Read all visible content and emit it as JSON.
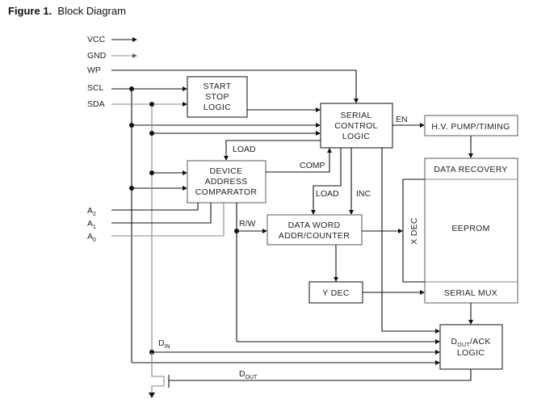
{
  "figure": {
    "number_label": "Figure 1.",
    "title": "Block Diagram"
  },
  "pins": {
    "vcc": "VCC",
    "gnd": "GND",
    "wp": "WP",
    "scl": "SCL",
    "sda": "SDA",
    "a2": "A",
    "a2_sub": "2",
    "a1": "A",
    "a1_sub": "1",
    "a0": "A",
    "a0_sub": "0"
  },
  "blocks": {
    "start_stop": [
      "START",
      "STOP",
      "LOGIC"
    ],
    "serial_control": [
      "SERIAL",
      "CONTROL",
      "LOGIC"
    ],
    "hv_pump": "H.V.  PUMP/TIMING",
    "device_address": [
      "DEVICE",
      "ADDRESS",
      "COMPARATOR"
    ],
    "data_recovery": "DATA  RECOVERY",
    "eeprom": "EEPROM",
    "x_dec": "X  DEC",
    "data_word": [
      "DATA  WORD",
      "ADDR/COUNTER"
    ],
    "y_dec": "Y  DEC",
    "serial_mux": "SERIAL  MUX",
    "dout_ack": {
      "prefix": "D",
      "sub": "OUT",
      "suffix": "/ACK",
      "line2": "LOGIC"
    }
  },
  "signals": {
    "en": "EN",
    "load_top": "LOAD",
    "comp": "COMP",
    "load_mid": "LOAD",
    "inc": "INC",
    "rw": "R/W",
    "din": "D",
    "din_sub": "IN",
    "dout": "D",
    "dout_sub": "OUT"
  }
}
